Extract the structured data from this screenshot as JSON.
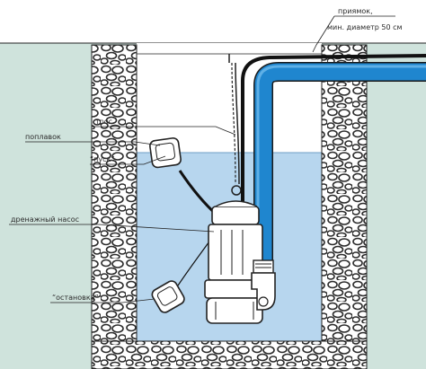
{
  "colors": {
    "ground": "#cfe3dc",
    "pit_air": "#ffffff",
    "water": "#b7d6ee",
    "water_line": "#6f9fc4",
    "gravel_fill": "#ffffff",
    "gravel_stone": "#2a2a2a",
    "pipe_blue": "#1f86cf",
    "pipe_outline": "#1a1a1a",
    "pump_body": "#ffffff",
    "line": "#222222"
  },
  "labels": {
    "pit_line1": "приямок,",
    "pit_line2": "мин. диаметр 50 см",
    "rope": "трос",
    "float": "поплавок",
    "start": "“пуск”",
    "pump": "дренажный насос",
    "stop": "“остановка”"
  }
}
